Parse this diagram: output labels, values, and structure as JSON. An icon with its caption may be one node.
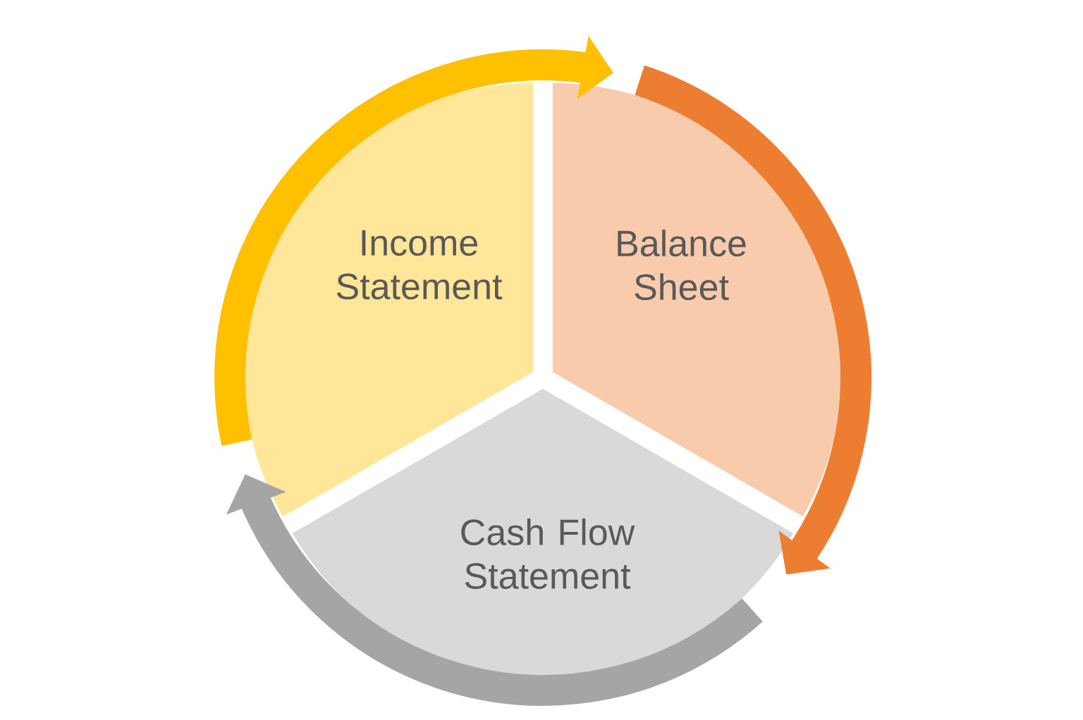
{
  "diagram": {
    "nodes": [
      {
        "text": [
          "Income Statement"
        ]
      },
      {
        "text": [
          "Balance Sheet"
        ]
      },
      {
        "text": [
          "Cash Flow Statement"
        ]
      }
    ],
    "edges": [
      {
        "from": 0,
        "to": 1,
        "arrow": "to",
        "color": "#ffc000"
      },
      {
        "from": 1,
        "to": 2,
        "arrow": "to",
        "color": "#ed7d31"
      },
      {
        "from": 2,
        "to": 0,
        "arrow": "to",
        "color": "#a5a5a5"
      }
    ]
  }
}
